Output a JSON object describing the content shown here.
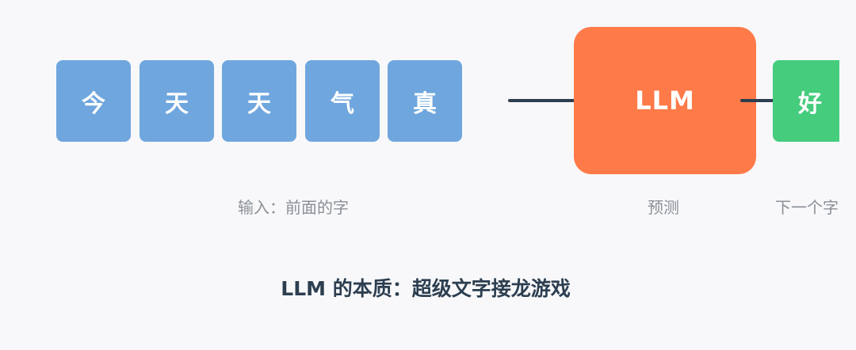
{
  "input_tokens": [
    "今",
    "天",
    "天",
    "气",
    "真"
  ],
  "model": {
    "label": "LLM"
  },
  "output_token": "好",
  "labels": {
    "input": "输入：前面的字",
    "predict": "预测",
    "next": "下一个字"
  },
  "title": "LLM 的本质：超级文字接龙游戏",
  "colors": {
    "token": "#6fa6de",
    "model": "#ff7a49",
    "output": "#45cc7d",
    "arrow": "#2c3e50",
    "label": "#8a8f96",
    "title": "#2c3e50"
  }
}
